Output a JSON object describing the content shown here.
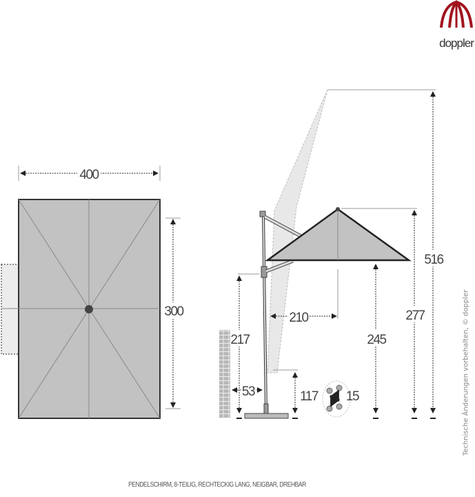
{
  "logo": {
    "text": "doppler",
    "color": "#a0141e"
  },
  "top_view": {
    "width_label": "400",
    "depth_label": "300"
  },
  "side_view": {
    "pole_height_label": "217",
    "wall_distance_label": "53",
    "base_height_label": "117",
    "rotation_label": "15",
    "overhang_label": "210",
    "clearance_label": "245",
    "total_height_label": "277",
    "max_tilt_height_label": "516"
  },
  "caption": "PENDELSCHIRM, 8-TEILIG, RECHTECKIG LANG, NEIGBAR, DREHBAR",
  "disclaimer": "Technische Änderungen vorbehalten, © doppler",
  "colors": {
    "canopy": "#c2c2c2",
    "outline": "#333333",
    "ghost": "#e8e8e8"
  }
}
